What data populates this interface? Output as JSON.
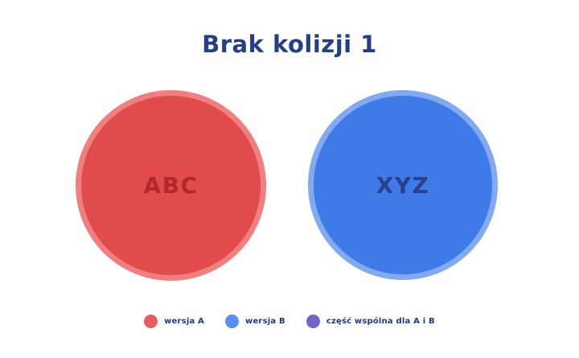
{
  "title": "Brak kolizji 1",
  "chart_data": {
    "type": "venn",
    "title": "Brak kolizji 1",
    "overlap": false,
    "sets": [
      {
        "label": "ABC",
        "fill_color": "#e14b4b",
        "rim_color": "#f08080",
        "label_color": "#b02a2a"
      },
      {
        "label": "XYZ",
        "fill_color": "#3e7ae8",
        "rim_color": "#83aaf1",
        "label_color": "#2b3f8c"
      }
    ],
    "legend_position": "bottom"
  },
  "colors": {
    "background": "#ffffff",
    "title_text": "#253e85",
    "legend_text": "#25338f"
  },
  "circles": {
    "left_label": "ABC",
    "right_label": "XYZ"
  },
  "legend": {
    "items": [
      {
        "label": "wersja A",
        "color": "#e85e5e"
      },
      {
        "label": "wersja B",
        "color": "#5b8dee"
      },
      {
        "label": "część wspólna dla A i B",
        "color": "#7264c9"
      }
    ]
  }
}
